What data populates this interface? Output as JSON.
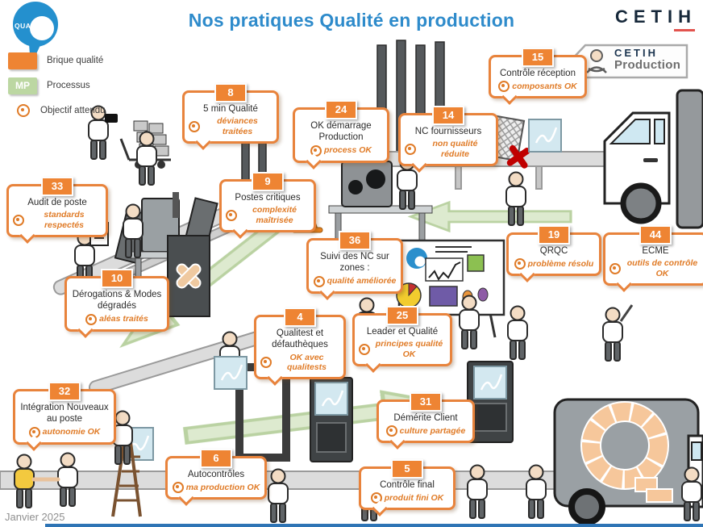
{
  "header": {
    "title": "Nos pratiques Qualité en production",
    "logo_text": "QUALITE",
    "brand": "CETIH",
    "badge": {
      "brand": "CETIH",
      "sub": "Production"
    }
  },
  "legend": {
    "items": [
      {
        "key": "brique",
        "label": "Brique qualité"
      },
      {
        "key": "processus",
        "chip": "MP",
        "label": "Processus"
      },
      {
        "key": "objectif",
        "label": "Objectif attendu"
      }
    ]
  },
  "callouts": [
    {
      "number": "15",
      "title": "Contrôle réception",
      "objective": "composants OK"
    },
    {
      "number": "8",
      "title": "5 min Qualité",
      "objective": "déviances traitées"
    },
    {
      "number": "24",
      "title": "OK démarrage Production",
      "objective": "process OK"
    },
    {
      "number": "14",
      "title": "NC fournisseurs",
      "objective": "non qualité réduite"
    },
    {
      "number": "33",
      "title": "Audit de poste",
      "objective": "standards respectés"
    },
    {
      "number": "9",
      "title": "Postes critiques",
      "objective": "complexité maîtrisée"
    },
    {
      "number": "36",
      "title": "Suivi des NC sur zones :",
      "objective": "qualité améliorée"
    },
    {
      "number": "19",
      "title": "QRQC",
      "objective": "problème résolu"
    },
    {
      "number": "44",
      "title": "ECME",
      "objective": "outils de contrôle OK"
    },
    {
      "number": "10",
      "title": "Dérogations & Modes dégradés",
      "objective": "aléas traités"
    },
    {
      "number": "4",
      "title": "Qualitest et défauthèques",
      "objective": "OK avec qualitests"
    },
    {
      "number": "25",
      "title": "Leader et Qualité",
      "objective": "principes qualité OK"
    },
    {
      "number": "32",
      "title": "Intégration Nouveaux au poste",
      "objective": "autonomie OK"
    },
    {
      "number": "31",
      "title": "Démérite Client",
      "objective": "culture partagée"
    },
    {
      "number": "6",
      "title": "Autocontrôles",
      "objective": "ma production OK"
    },
    {
      "number": "5",
      "title": "Contrôle final",
      "objective": "produit fini OK"
    }
  ],
  "footer": {
    "date": "Janvier 2025"
  },
  "colors": {
    "accent_orange": "#EE8433",
    "objective_orange": "#E07B27",
    "title_blue": "#2E8BCB",
    "brand_navy": "#16283A",
    "process_green": "#BCD7A2",
    "bottom_bar_blue": "#2E74B5"
  }
}
